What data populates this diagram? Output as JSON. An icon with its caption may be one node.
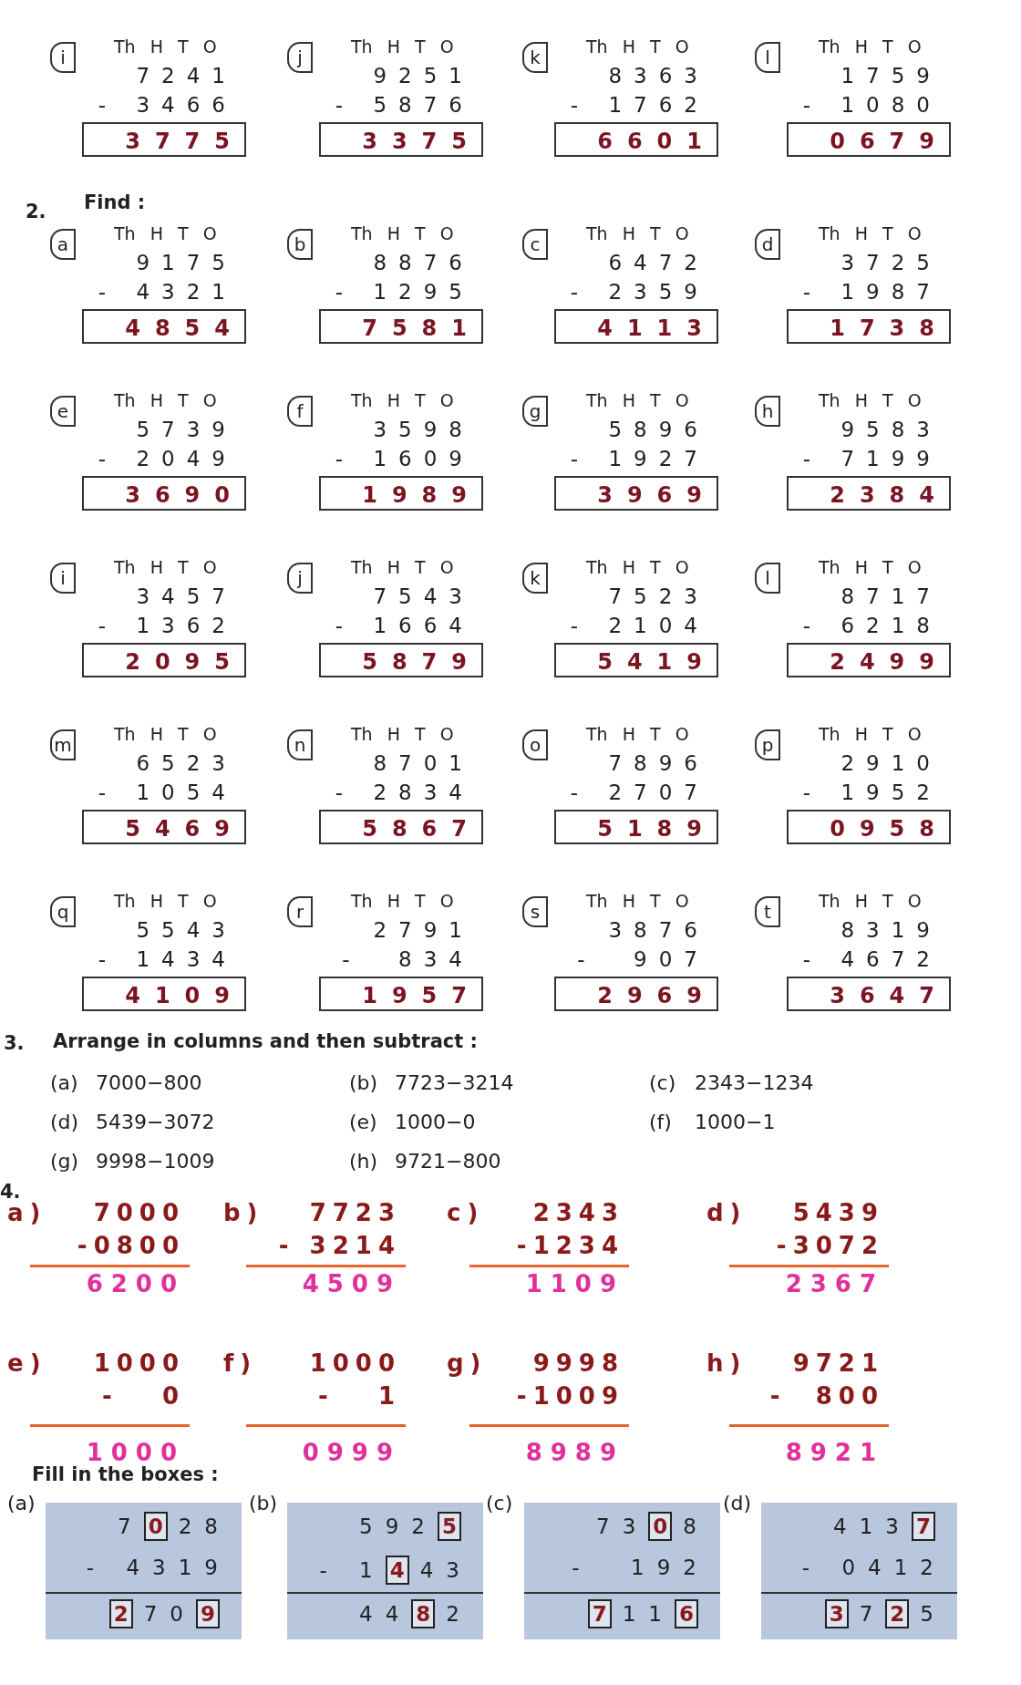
{
  "diagram": {
    "nodes": [
      {
        "text": [
          "i"
        ]
      },
      {
        "text": [
          "3775"
        ]
      },
      {
        "text": [
          "j"
        ]
      },
      {
        "text": [
          "3375"
        ]
      },
      {
        "text": [
          "k"
        ]
      },
      {
        "text": [
          "6601"
        ]
      },
      {
        "text": [
          "l"
        ]
      },
      {
        "text": [
          "0679"
        ]
      },
      {
        "text": [
          "a"
        ]
      },
      {
        "text": [
          "4854"
        ]
      },
      {
        "text": [
          "b"
        ]
      },
      {
        "text": [
          "7581"
        ]
      },
      {
        "text": [
          "c"
        ]
      },
      {
        "text": [
          "4113"
        ]
      },
      {
        "text": [
          "d"
        ]
      },
      {
        "text": [
          "1738"
        ]
      },
      {
        "text": [
          "e"
        ]
      },
      {
        "text": [
          "3690"
        ]
      },
      {
        "text": [
          "f"
        ]
      },
      {
        "text": [
          "1989"
        ]
      },
      {
        "text": [
          "g"
        ]
      },
      {
        "text": [
          "3969"
        ]
      },
      {
        "text": [
          "h"
        ]
      },
      {
        "text": [
          "2384"
        ]
      },
      {
        "text": [
          "i"
        ]
      },
      {
        "text": [
          "2095"
        ]
      },
      {
        "text": [
          "j"
        ]
      },
      {
        "text": [
          "5879"
        ]
      },
      {
        "text": [
          "k"
        ]
      },
      {
        "text": [
          "5419"
        ]
      },
      {
        "text": [
          "l"
        ]
      },
      {
        "text": [
          "2499"
        ]
      },
      {
        "text": [
          "m"
        ]
      },
      {
        "text": [
          "5469"
        ]
      },
      {
        "text": [
          "n"
        ]
      },
      {
        "text": [
          "5867"
        ]
      },
      {
        "text": [
          "o"
        ]
      },
      {
        "text": [
          "5189"
        ]
      },
      {
        "text": [
          "p"
        ]
      },
      {
        "text": [
          "0958"
        ]
      },
      {
        "text": [
          "q"
        ]
      },
      {
        "text": [
          "4109"
        ]
      },
      {
        "text": [
          "r"
        ]
      },
      {
        "text": [
          "1957"
        ]
      },
      {
        "text": [
          "s"
        ]
      },
      {
        "text": [
          "2969"
        ]
      },
      {
        "text": [
          "t"
        ]
      },
      {
        "text": [
          "3647"
        ]
      },
      {
        "text": [
          "0"
        ]
      },
      {
        "text": [
          "2"
        ]
      },
      {
        "text": [
          "9"
        ]
      },
      {
        "text": [
          "5"
        ]
      },
      {
        "text": [
          "4"
        ]
      },
      {
        "text": [
          "8"
        ]
      },
      {
        "text": [
          "0"
        ]
      },
      {
        "text": [
          "7"
        ]
      },
      {
        "text": [
          "6"
        ]
      },
      {
        "text": [
          "7"
        ]
      },
      {
        "text": [
          "3"
        ]
      },
      {
        "text": [
          "2"
        ]
      }
    ],
    "labels": [
      "Th H T O",
      "7241",
      "- 3466",
      "Th H T O",
      "9251",
      "- 5876",
      "Th H T O",
      "8363",
      "- 1762",
      "Th H T O",
      "1759",
      "- 1080",
      "2.",
      "Find :",
      "Th H T O",
      "9175",
      "- 4321",
      "Th H T O",
      "8876",
      "- 1295",
      "Th H T O",
      "6472",
      "- 2359",
      "Th H T O",
      "3725",
      "- 1987",
      "Th H T O",
      "5739",
      "- 2049",
      "Th H T O",
      "3598",
      "- 1609",
      "Th H T O",
      "5896",
      "- 1927",
      "Th H T O",
      "9583",
      "- 7199",
      "Th H T O",
      "3457",
      "- 1362",
      "Th H T O",
      "7543",
      "- 1664",
      "Th H T O",
      "7523",
      "- 2104",
      "Th H T O",
      "8717",
      "- 6218",
      "Th H T O",
      "6523",
      "- 1054",
      "Th H T O",
      "8701",
      "- 2834",
      "Th H T O",
      "7896",
      "- 2707",
      "Th H T O",
      "2910",
      "- 1952",
      "Th H T O",
      "5543",
      "- 1434",
      "Th H T O",
      "2791",
      "-  834",
      "Th H T O",
      "3876",
      "-  907",
      "Th H T O",
      "8319",
      "- 4672",
      "3.",
      "Arrange in columns and then subtract :",
      "(a)",
      "7000−800",
      "(b)",
      "7723−3214",
      "(c)",
      "2343−1234",
      "(d)",
      "5439−3072",
      "(e)",
      "1000−0",
      "(f)",
      "1000−1",
      "(g)",
      "9998−1009",
      "(h)",
      "9721−800",
      "4.",
      "a)",
      "7000",
      "-0800",
      "6200",
      "b)",
      "7723",
      "- 3214",
      "4509",
      "c)",
      "2343",
      "-1234",
      "1109",
      "d)",
      "5439",
      "-3072",
      "2367",
      "e)",
      "1000",
      "-   0",
      "1000",
      "f)",
      "1000",
      "-   1",
      "0999",
      "g)",
      "9998",
      "-1009",
      "8989",
      "h)",
      "9721",
      "-  800",
      "8921",
      "Fill in the boxes :",
      "(a)",
      "7",
      "28",
      "- 4319",
      "70",
      "(b)",
      "592",
      "- 1",
      "43",
      "44",
      "2",
      "(c)",
      "73",
      "8",
      "-  192",
      "11",
      "(d)",
      "413",
      "- 0412",
      "7",
      "5"
    ]
  }
}
